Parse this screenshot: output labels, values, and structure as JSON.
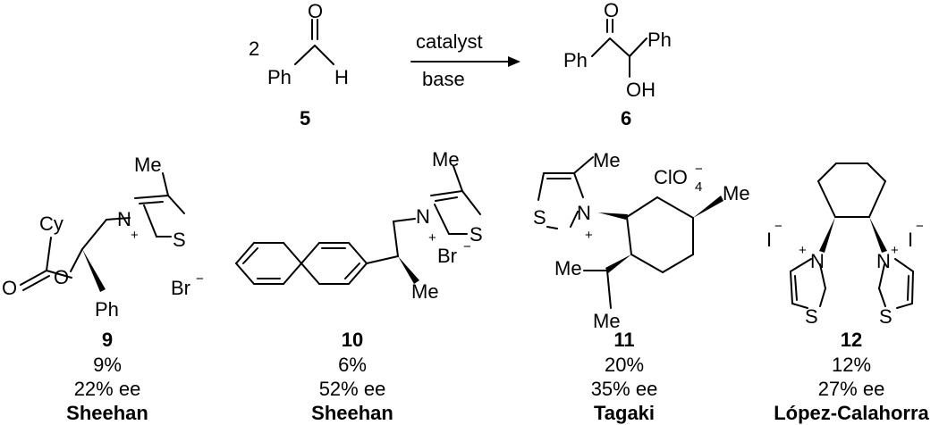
{
  "scheme": {
    "coefficient": "2",
    "reagent": {
      "label": "Ph",
      "h": "H",
      "o": "O",
      "number": "5"
    },
    "arrow": {
      "above": "catalyst",
      "below": "base"
    },
    "product": {
      "ph_left": "Ph",
      "ph_right": "Ph",
      "o": "O",
      "oh": "OH",
      "number": "6"
    }
  },
  "catalysts": [
    {
      "number": "9",
      "yield": "9%",
      "ee": "22% ee",
      "author": "Sheehan",
      "atoms": {
        "me": "Me",
        "n": "N",
        "s": "S",
        "plus": "+",
        "cy": "Cy",
        "o1": "O",
        "o2": "O",
        "ph": "Ph",
        "br": "Br",
        "minus": "−"
      }
    },
    {
      "number": "10",
      "yield": "6%",
      "ee": "52% ee",
      "author": "Sheehan",
      "atoms": {
        "me_top": "Me",
        "n": "N",
        "s": "S",
        "plus": "+",
        "br": "Br",
        "minus": "−",
        "me": "Me"
      }
    },
    {
      "number": "11",
      "yield": "20%",
      "ee": "35% ee",
      "author": "Tagaki",
      "atoms": {
        "me_top": "Me",
        "s": "S",
        "n": "N",
        "plus": "+",
        "clo": "ClO",
        "sub4": "4",
        "minus": "−",
        "me_ring": "Me",
        "me_ipr1": "Me",
        "me_ipr2": "Me"
      }
    },
    {
      "number": "12",
      "yield": "12%",
      "ee": "27% ee",
      "author": "López-Calahorra",
      "atoms": {
        "i1": "I",
        "i2": "I",
        "minus": "−",
        "n1": "N",
        "n2": "N",
        "plus": "+",
        "s1": "S",
        "s2": "S"
      }
    }
  ]
}
